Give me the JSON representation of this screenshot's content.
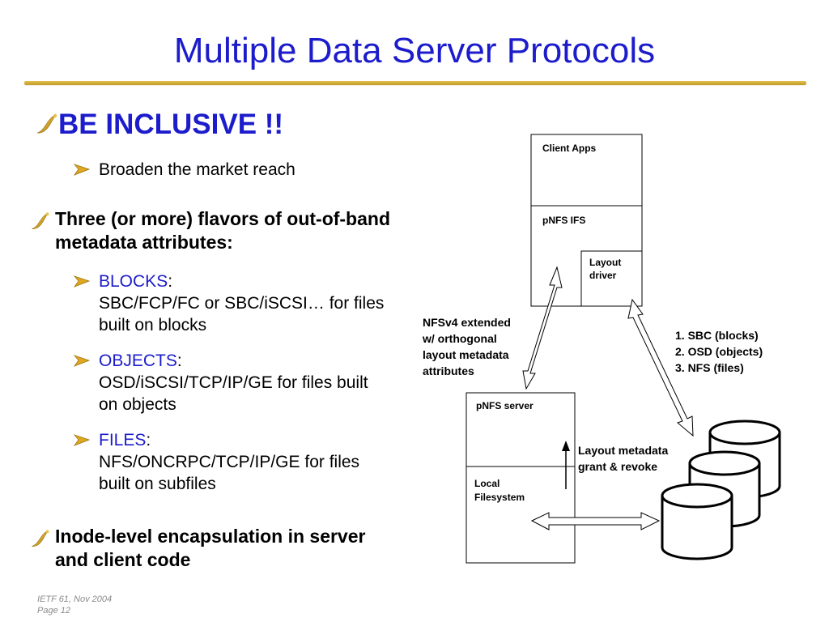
{
  "title": "Multiple Data Server Protocols",
  "bullets": {
    "b1": "BE INCLUSIVE !!",
    "b1_sub": "Broaden the market reach",
    "b2": "Three (or more) flavors of out-of-band metadata attributes:",
    "protocols": [
      {
        "name": "BLOCKS",
        "sep": ":",
        "desc": "SBC/FCP/FC or SBC/iSCSI… for files built on blocks"
      },
      {
        "name": "OBJECTS",
        "sep": ":",
        "desc": "OSD/iSCSI/TCP/IP/GE for files built on objects"
      },
      {
        "name": "FILES",
        "sep": ":",
        "desc": "NFS/ONCRPC/TCP/IP/GE for files built on subfiles"
      }
    ],
    "b3": "Inode-level encapsulation in server and client code"
  },
  "diagram": {
    "client_apps": "Client Apps",
    "pnfs_ifs": "pNFS IFS",
    "layout_driver": [
      "Layout",
      "driver"
    ],
    "nfsv4_label": [
      "NFSv4 extended",
      "w/ orthogonal",
      "layout metadata",
      "attributes"
    ],
    "storage_list": [
      "1. SBC (blocks)",
      "2. OSD (objects)",
      "3. NFS (files)"
    ],
    "pnfs_server": "pNFS server",
    "local_fs": [
      "Local",
      "Filesystem"
    ],
    "layout_grant": [
      "Layout metadata",
      "grant & revoke"
    ]
  },
  "footer": {
    "line1": "IETF 61, Nov 2004",
    "line2": "Page 12"
  },
  "colors": {
    "accent": "#1c1ccc",
    "rule": "#d4ae3a",
    "arrow": "#d4a520"
  }
}
